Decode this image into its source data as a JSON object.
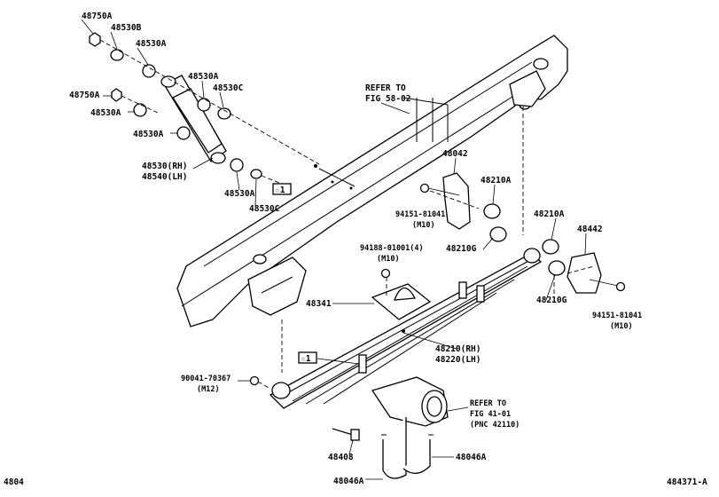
{
  "callouts": {
    "c48750A_top": "48750A",
    "c48530B": "48530B",
    "c48530A_1": "48530A",
    "c48530A_2": "48530A",
    "c48530C_1": "48530C",
    "c48750A_mid": "48750A",
    "c48530A_3": "48530A",
    "c48530A_4": "48530A",
    "c48530_rh": "48530(RH)",
    "c48540_lh": "48540(LH)",
    "c48530A_5": "48530A",
    "c48530C_2": "48530C",
    "star1_a": "☆1",
    "refer_top_1": "REFER TO",
    "refer_top_2": "FIG 58-02",
    "c48042": "48042",
    "c48210A_1": "48210A",
    "c94151_a": "94151-81041",
    "c94151_a_m": "(M10)",
    "c48210G_1": "48210G",
    "c48210A_2": "48210A",
    "c48442": "48442",
    "c94188": "94188-01001(4)",
    "c94188_m": "(M10)",
    "c48341": "48341",
    "c48210G_2": "48210G",
    "c94151_b": "94151-81041",
    "c94151_b_m": "(M10)",
    "c48210_rh": "48210(RH)",
    "c48220_lh": "48220(LH)",
    "star1_b": "☆1",
    "c90041": "90041-70367",
    "c90041_m": "(M12)",
    "refer_bot_1": "REFER TO",
    "refer_bot_2": "FIG 41-01",
    "refer_bot_3": "(PNC 42110)",
    "c48408": "48408",
    "c48046A_1": "48046A",
    "c48046A_2": "48046A"
  },
  "footer": {
    "left_code": "4804",
    "right_code": "484371-A"
  }
}
